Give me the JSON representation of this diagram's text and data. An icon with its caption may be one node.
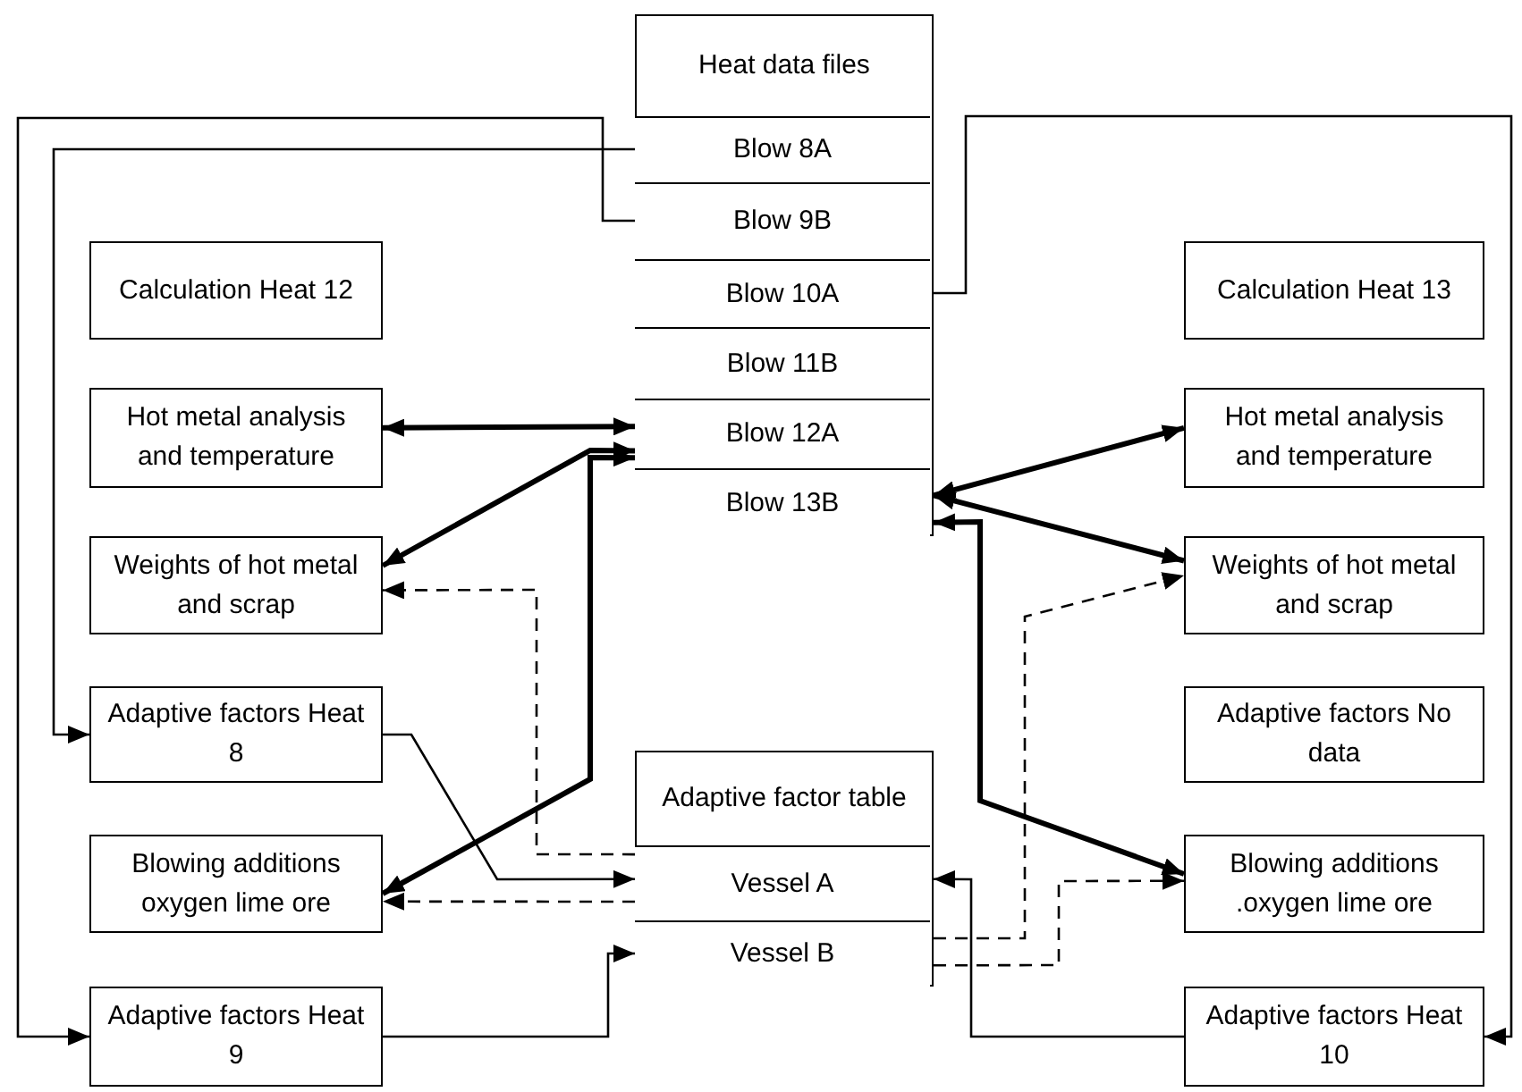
{
  "diagram": {
    "nodes": [
      {
        "text": [
          "Heat data files"
        ]
      },
      {
        "text": [
          "Blow 8A"
        ],
        "in": 0
      },
      {
        "text": [
          "Blow 9B"
        ],
        "in": 0
      },
      {
        "text": [
          "Blow 10A"
        ],
        "in": 0
      },
      {
        "text": [
          "Blow 11B"
        ],
        "in": 0
      },
      {
        "text": [
          "Blow 12A"
        ],
        "in": 0
      },
      {
        "text": [
          "Blow 13B"
        ],
        "in": 0
      },
      {
        "text": [
          "Calculation Heat 12"
        ]
      },
      {
        "text": [
          "Hot metal analysis and temperature"
        ]
      },
      {
        "text": [
          "Weights of hot metal and scrap"
        ]
      },
      {
        "text": [
          "Adaptive factors Heat 8"
        ]
      },
      {
        "text": [
          "Blowing additions oxygen lime ore"
        ]
      },
      {
        "text": [
          "Adaptive factors Heat 9"
        ]
      },
      {
        "text": [
          "Calculation Heat 13"
        ]
      },
      {
        "text": [
          "Hot metal analysis and temperature"
        ]
      },
      {
        "text": [
          "Weights of hot metal and scrap"
        ]
      },
      {
        "text": [
          "Adaptive factors No data"
        ]
      },
      {
        "text": [
          "Blowing additions .oxygen lime ore"
        ]
      },
      {
        "text": [
          "Adaptive factors Heat 10"
        ]
      },
      {
        "text": [
          "Adaptive factor table"
        ]
      },
      {
        "text": [
          "Vessel A"
        ],
        "in": 19
      },
      {
        "text": [
          "Vessel B"
        ],
        "in": 19
      }
    ],
    "edges": [
      {
        "from": 1,
        "to": 10,
        "arrow": "to"
      },
      {
        "from": 2,
        "to": 12,
        "arrow": "to"
      },
      {
        "from": 3,
        "to": 18,
        "arrow": "to"
      },
      {
        "from": 10,
        "to": 20,
        "arrow": "to"
      },
      {
        "from": 12,
        "to": 21,
        "arrow": "to"
      },
      {
        "from": 18,
        "to": 20,
        "arrow": "to"
      },
      {
        "from": 8,
        "to": 5,
        "arrow": "both",
        "style": "thick"
      },
      {
        "from": 9,
        "to": 5,
        "arrow": "both",
        "style": "thick"
      },
      {
        "from": 11,
        "to": 5,
        "arrow": "both",
        "style": "thick"
      },
      {
        "from": 14,
        "to": 6,
        "arrow": "both",
        "style": "thick"
      },
      {
        "from": 15,
        "to": 6,
        "arrow": "both",
        "style": "thick"
      },
      {
        "from": 17,
        "to": 6,
        "arrow": "both",
        "style": "thick"
      },
      {
        "from": 20,
        "to": 9,
        "arrow": "to",
        "style": "dashed"
      },
      {
        "from": 20,
        "to": 11,
        "arrow": "to",
        "style": "dashed"
      },
      {
        "from": 21,
        "to": 15,
        "arrow": "to",
        "style": "dashed"
      },
      {
        "from": 21,
        "to": 17,
        "arrow": "to",
        "style": "dashed"
      }
    ]
  }
}
